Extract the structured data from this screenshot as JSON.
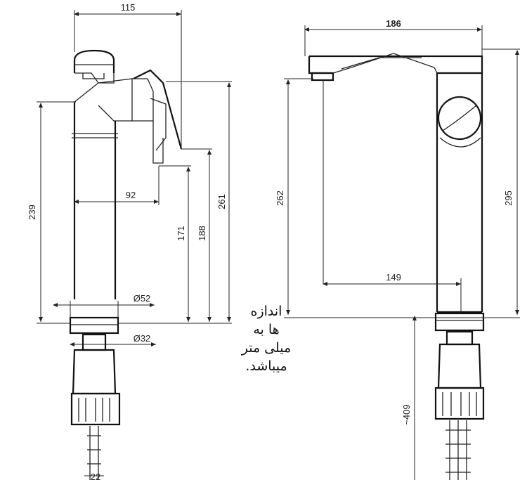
{
  "left_view": {
    "dims": {
      "width_top": "115",
      "height_239": "239",
      "spout_reach": "92",
      "height_171": "171",
      "height_188": "188",
      "height_261": "261",
      "dia_52": "Ø52",
      "dia_32": "Ø32",
      "bottom_22": "22"
    }
  },
  "right_view": {
    "dims": {
      "width_top": "186",
      "height_262": "262",
      "height_295": "295",
      "spout_reach": "149",
      "hose_length": "~409"
    }
  },
  "note": {
    "lines": [
      "اندازه",
      "ها به",
      "میلی متر",
      "میباشد."
    ]
  }
}
